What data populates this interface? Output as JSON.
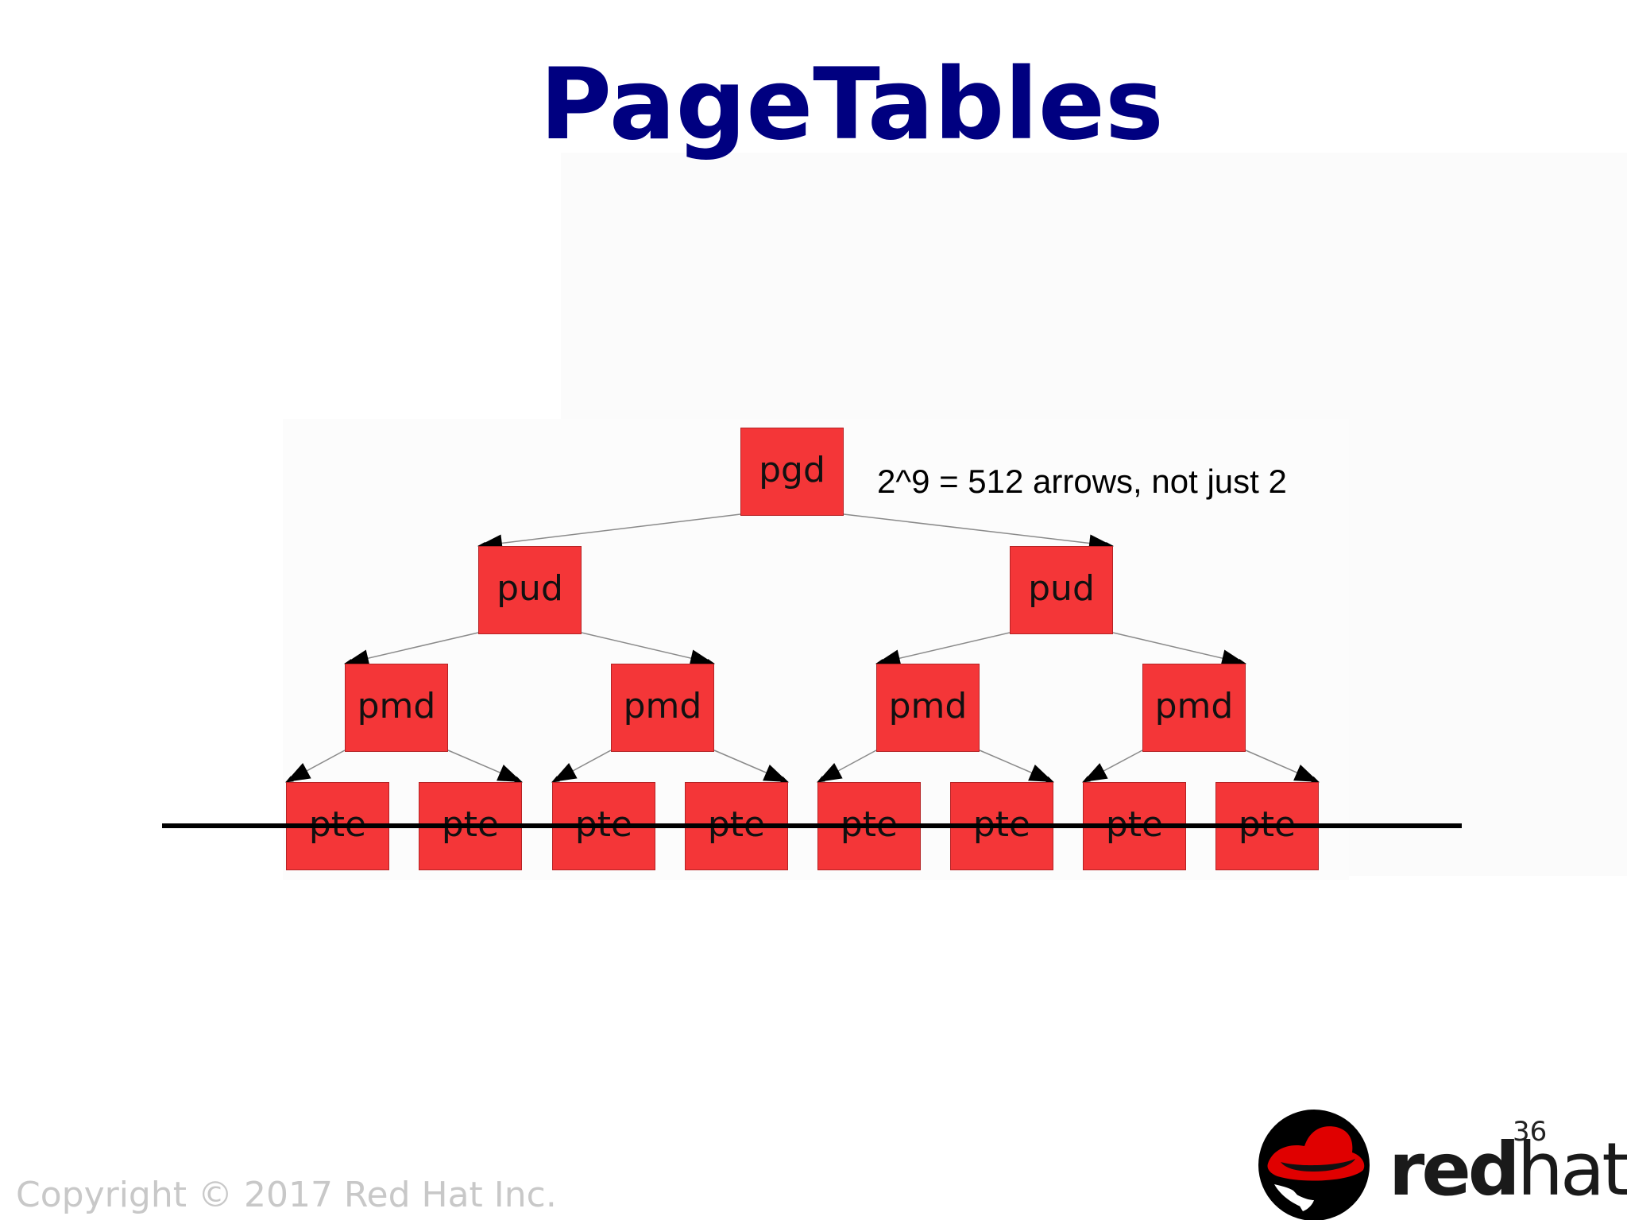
{
  "slide": {
    "title": "PageTables",
    "annotation": "2^9 = 512 arrows, not just 2",
    "copyright": "Copyright © 2017 Red Hat Inc.",
    "page_number": "36"
  },
  "diagram": {
    "levels": [
      {
        "level": "pgd",
        "labels": [
          "pgd"
        ]
      },
      {
        "level": "pud",
        "labels": [
          "pud",
          "pud"
        ]
      },
      {
        "level": "pmd",
        "labels": [
          "pmd",
          "pmd",
          "pmd",
          "pmd"
        ]
      },
      {
        "level": "pte",
        "labels": [
          "pte",
          "pte",
          "pte",
          "pte",
          "pte",
          "pte",
          "pte",
          "pte"
        ]
      }
    ],
    "pte_level_struck_through": true,
    "node_color": "#f43638"
  },
  "logo": {
    "wordmark_bold": "red",
    "wordmark_light": "hat",
    "wordmark_mark": ".",
    "brand_color": "#e00000"
  },
  "colors": {
    "title": "#000080",
    "copyright": "#c8c8c8"
  }
}
